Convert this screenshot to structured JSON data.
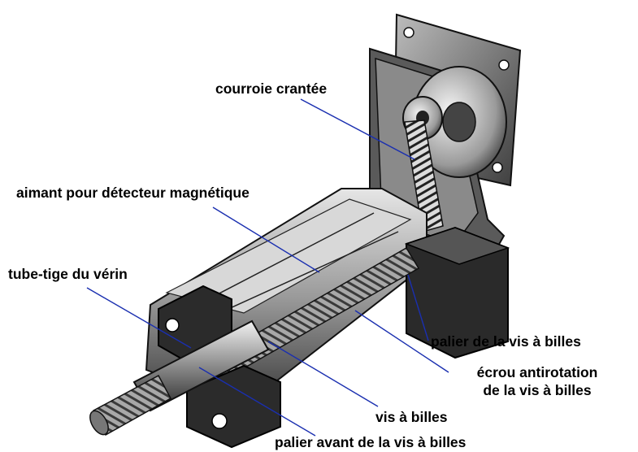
{
  "labels": {
    "timing_belt": "courroie crantée",
    "magnet": "aimant pour détecteur magnétique",
    "rod_tube": "tube-tige du vérin",
    "screw_bearing": "palier de la vis à billes",
    "anti_rotation_nut_line1": "écrou antirotation",
    "anti_rotation_nut_line2": "de la vis à billes",
    "ball_screw": "vis à billes",
    "front_bearing": "palier avant de la vis à billes"
  },
  "colors": {
    "leader_line": "#1a2fb0",
    "metal_dark": "#1c1c1c",
    "metal_mid": "#6e6e6e",
    "metal_light": "#cfcfcf"
  }
}
